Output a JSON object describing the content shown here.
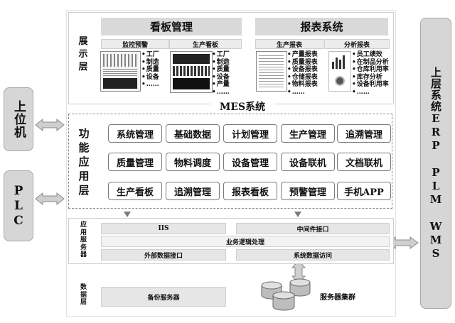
{
  "left": {
    "upper": "上位机",
    "plc": "PLC"
  },
  "right": {
    "label": "上层系统ERP PLM WMS"
  },
  "display": {
    "layer": "展示层",
    "kanban": {
      "title": "看板管理",
      "monitor": {
        "title": "监控预警",
        "items": [
          "工厂",
          "制造",
          "质量",
          "设备",
          "……"
        ]
      },
      "production": {
        "title": "生产看板",
        "items": [
          "工厂",
          "制造",
          "质量",
          "设备",
          "产量",
          "……"
        ]
      }
    },
    "report": {
      "title": "报表系统",
      "production": {
        "title": "生产报表",
        "items": [
          "产量报表",
          "质量报表",
          "设备报表",
          "仓储报表",
          "物料报表",
          "……"
        ]
      },
      "analysis": {
        "title": "分析报表",
        "items": [
          "员工绩效",
          "在制品分析",
          "仓库利用率",
          "库存分析",
          "设备利用率",
          "……"
        ]
      }
    }
  },
  "mes": {
    "title": "MES系统",
    "layer": "功能应用层",
    "modules": [
      [
        "系统管理",
        "基础数据",
        "计划管理",
        "生产管理",
        "追溯管理"
      ],
      [
        "质量管理",
        "物料调度",
        "设备管理",
        "设备联机",
        "文档联机"
      ],
      [
        "生产看板",
        "追溯管理",
        "报表看板",
        "预警管理",
        "手机APP"
      ]
    ]
  },
  "app_server": {
    "layer": "应用服务器",
    "iis": "IIS",
    "middleware": "中间件接口",
    "logic": "业务逻辑处理",
    "external": "外部数据接口",
    "system_access": "系统数据访问"
  },
  "data": {
    "layer": "数据层",
    "backup": "备份服务器",
    "cluster": "服务器集群"
  }
}
